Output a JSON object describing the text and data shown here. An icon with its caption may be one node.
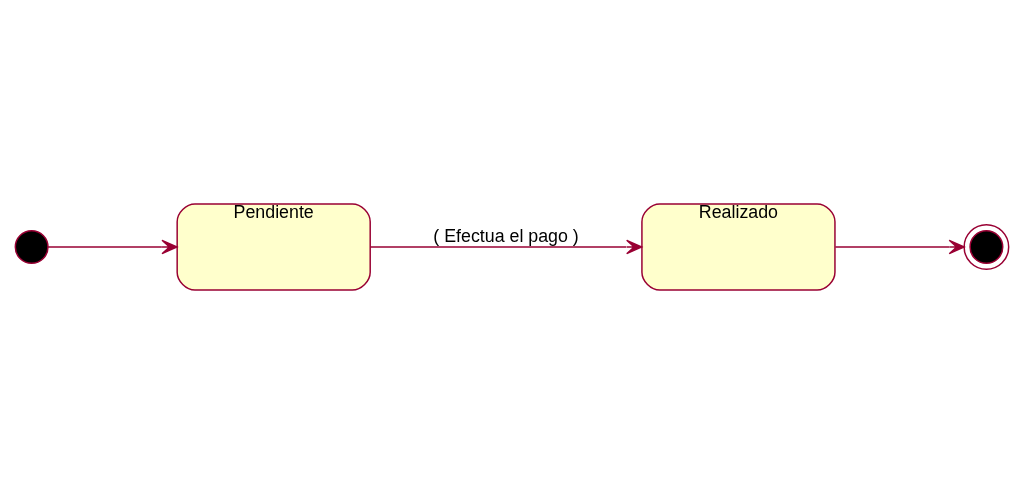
{
  "diagram": {
    "nodes": [
      {
        "text": [],
        "shape": "circle"
      },
      {
        "text": [
          "Pendiente"
        ]
      },
      {
        "text": [
          "Realizado"
        ]
      },
      {
        "text": [],
        "shape": "bullseye"
      }
    ],
    "edges": [
      {
        "from": 0,
        "to": 1,
        "arrow": "to"
      },
      {
        "from": 1,
        "to": 2,
        "arrow": "to",
        "label": "( Efectua el pago )"
      },
      {
        "from": 2,
        "to": 3,
        "arrow": "to"
      }
    ]
  }
}
